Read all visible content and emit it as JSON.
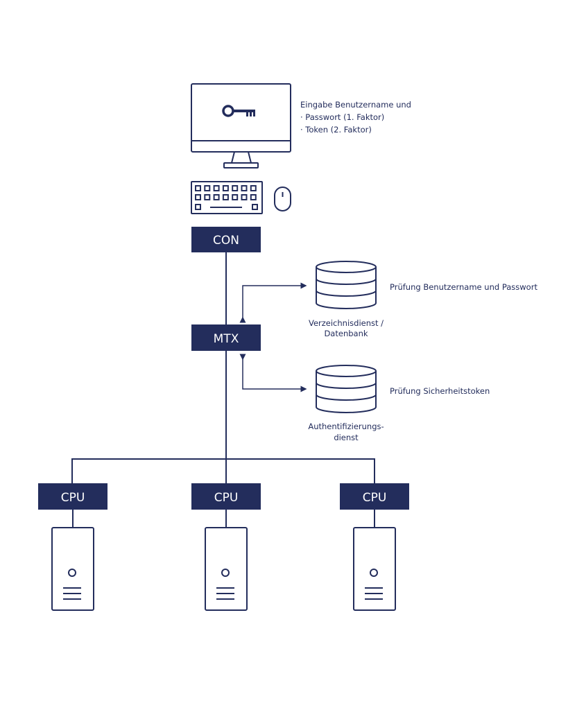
{
  "colors": {
    "primary": "#232d5c",
    "background": "#ffffff"
  },
  "workstation": {
    "icons": [
      "monitor-icon",
      "key-icon",
      "keyboard-icon",
      "mouse-icon"
    ],
    "note": {
      "line1": "Eingabe Benutzername und",
      "line2": "· Passwort (1. Faktor)",
      "line3": "· Token (2. Faktor)"
    }
  },
  "nodes": {
    "con": "CON",
    "mtx": "MTX",
    "cpus": [
      "CPU",
      "CPU",
      "CPU"
    ]
  },
  "services": [
    {
      "name_line1": "Verzeichnisdienst /",
      "name_line2": "Datenbank",
      "check": "Prüfung Benutzername und Passwort"
    },
    {
      "name_line1": "Authentifizierungs-",
      "name_line2": "dienst",
      "check": "Prüfung Sicherheitstoken"
    }
  ]
}
